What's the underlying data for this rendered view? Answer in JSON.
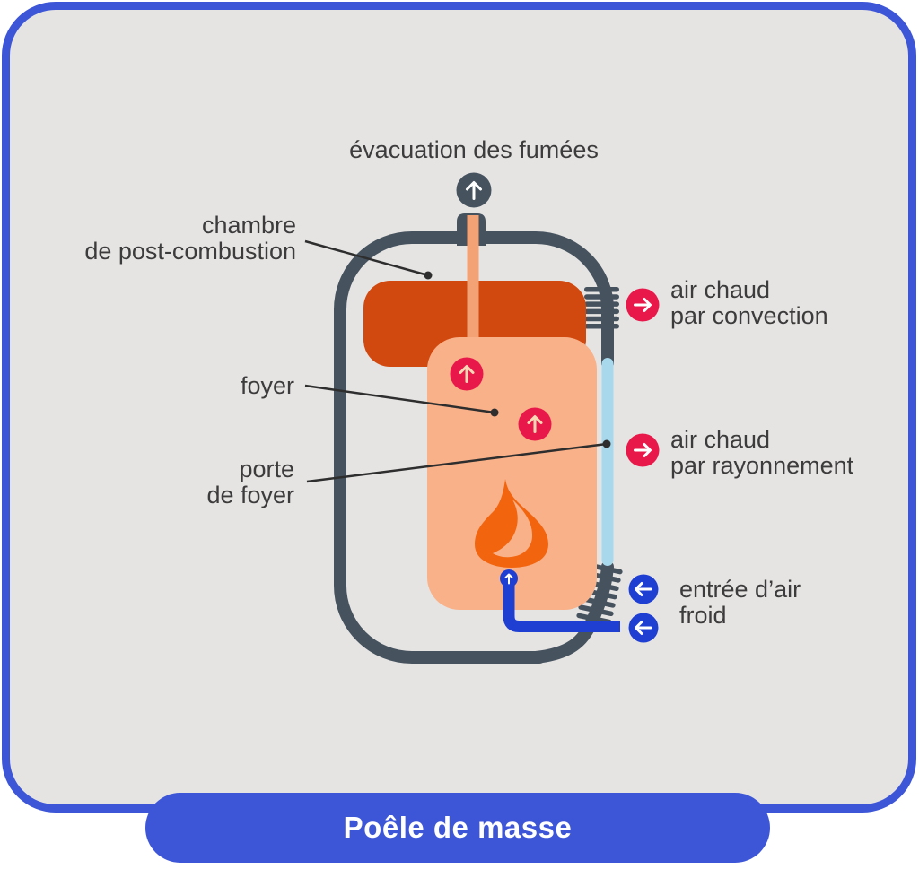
{
  "title": "Poêle de masse",
  "diagram": {
    "labels": {
      "evacuation": "évacuation des fumées",
      "chambre": [
        "chambre",
        "de post-combustion"
      ],
      "foyer": "foyer",
      "porte": [
        "porte",
        "de foyer"
      ],
      "convection": [
        "air chaud",
        "par convection"
      ],
      "rayonnement": [
        "air chaud",
        "par rayonnement"
      ],
      "entree": [
        "entrée d’air",
        "froid"
      ]
    },
    "icons": {
      "smoke_exit": "arrow-up-icon",
      "hot_air_convection": "arrow-right-icon",
      "hot_air_radiation": "arrow-right-icon",
      "cold_air_inlet": "arrow-left-icon",
      "draft_inside_foyer": "arrow-up-icon",
      "cold_air_feed": "arrow-up-icon",
      "flame": "flame-icon"
    },
    "colors": {
      "card_border": "#3d56d7",
      "card_background": "#e6e4e3",
      "stove_body": "#46535f",
      "post_combustion_chamber": "#d1490f",
      "foyer_fill": "#f9b18a",
      "flue_pipe": "#f3a276",
      "flame": "#f2650e",
      "hot_air": "#e8194a",
      "cold_air": "#1f3fd3",
      "glass_door": "#a7d8eb",
      "leader_line": "#2e2e2e",
      "label_text": "#3d3c3c",
      "title_text": "#ffffff"
    }
  }
}
